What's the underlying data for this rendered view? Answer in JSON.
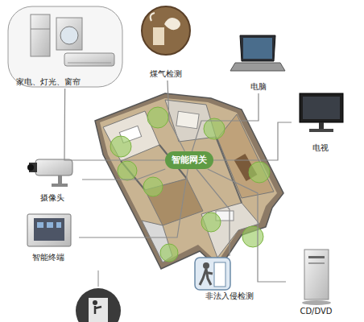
{
  "diagram": {
    "nodes": [
      {
        "text": [
          "家电、灯光、窗帘"
        ]
      },
      {
        "text": [
          "煤气检测"
        ]
      },
      {
        "text": [
          "电脑"
        ]
      },
      {
        "text": [
          "电视"
        ]
      },
      {
        "text": [
          "摄像头"
        ]
      },
      {
        "text": [
          "智能网关"
        ]
      },
      {
        "text": [
          "智能终端"
        ]
      },
      {
        "text": [
          "非法入侵检测"
        ]
      },
      {
        "text": [
          "CD/DVD"
        ]
      }
    ],
    "edges": [
      {
        "from": 0,
        "to": 5,
        "arrow": "none"
      },
      {
        "from": 1,
        "to": 5,
        "arrow": "none"
      },
      {
        "from": 2,
        "to": 5,
        "arrow": "none"
      },
      {
        "from": 3,
        "to": 5,
        "arrow": "none"
      },
      {
        "from": 4,
        "to": 5,
        "arrow": "none"
      },
      {
        "from": 6,
        "to": 5,
        "arrow": "none"
      },
      {
        "from": 7,
        "to": 5,
        "arrow": "none"
      },
      {
        "from": 8,
        "to": 5,
        "arrow": "none"
      }
    ]
  }
}
